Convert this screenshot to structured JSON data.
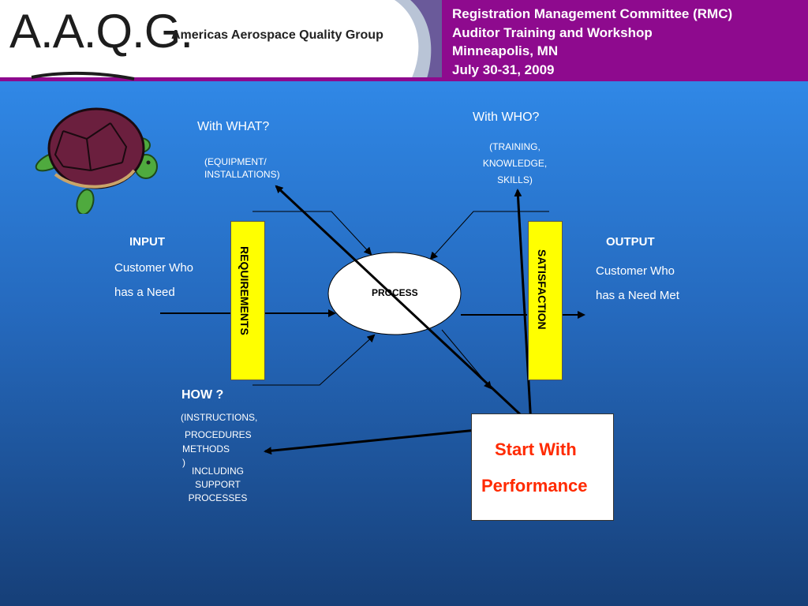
{
  "header": {
    "logo_text": "A.A.Q.G.",
    "org_name": "Americas Aerospace Quality Group",
    "title_lines": [
      "Registration Management Committee (RMC)",
      "Auditor Training and Workshop",
      "Minneapolis, MN",
      "July 30-31, 2009"
    ]
  },
  "diagram": {
    "with_what": "With WHAT?",
    "with_what_detail": [
      "(EQUIPMENT/",
      "INSTALLATIONS)"
    ],
    "with_who": "With WHO?",
    "with_who_detail": [
      "(TRAINING,",
      "KNOWLEDGE,",
      "SKILLS)"
    ],
    "input_label": "INPUT",
    "input_detail": [
      "Customer Who",
      "has  a Need"
    ],
    "output_label": "OUTPUT",
    "output_detail": [
      "Customer Who",
      "has  a Need Met"
    ],
    "requirements": "REQUIREMENTS",
    "satisfaction": "SATISFACTION",
    "process": "PROCESS",
    "how": "HOW ?",
    "how_detail": [
      "(INSTRUCTIONS,",
      "PROCEDURES",
      "METHODS",
      ")",
      "INCLUDING",
      "SUPPORT",
      "PROCESSES"
    ],
    "start_box": [
      "Start With",
      "Performance"
    ]
  },
  "colors": {
    "header_purple": "#8e0a8e",
    "bar_yellow": "#ffff00",
    "start_red": "#ff2a00"
  },
  "icons": [
    "turtle-illustration",
    "logo-q-swirl"
  ]
}
